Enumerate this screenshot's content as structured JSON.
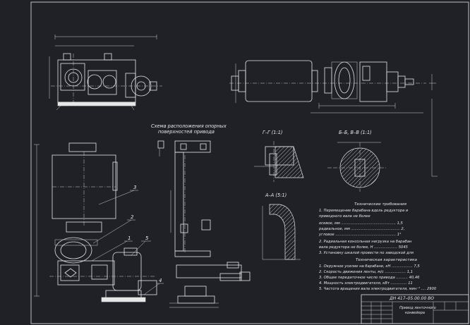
{
  "scheme_title_line1": "Схема расположения опорных",
  "scheme_title_line2": "поверхностей привода",
  "section_gg": "Г–Г (1:1)",
  "section_bb_vv": "Б–Б, В–В (1:1)",
  "section_aa": "А–А (5:1)",
  "callouts": [
    "3",
    "2",
    "1",
    "5",
    "4"
  ],
  "requirements": {
    "title": "Технические требования",
    "lines": [
      "1. Перемещение барабана вдоль редуктора и",
      "   приводного вала не более",
      "   осевое, мм ...............................................  1,5",
      "   радиальное, мм ..........................................  2,",
      "   угловое ....................................................  1°",
      "2. Радиальная консольная нагрузка на барабан",
      "   вала редуктора не более, Н ....................  5045",
      "3. Установку шкалой провести по заводской для"
    ]
  },
  "characteristics": {
    "title": "Техническая характеристика",
    "lines": [
      "1. Окружное усилие на барабане, кН ..................  7,5",
      "2. Скорость движения ленты, м/с ..................  1,1",
      "3. Общее передаточное число привода ..........  40,46",
      "4. Мощность электродвигателя, кВт ..............  11",
      "5. Частота вращения вала электродвигателя, мин⁻¹ ....  2900"
    ]
  },
  "title_block": {
    "doc_number": "ДН 417–05.00.00 ВО",
    "name_line1": "Привод ленточного",
    "name_line2": "конвейера"
  },
  "colors": {
    "background": "#1f2127",
    "lines": "#e6e6e6"
  }
}
